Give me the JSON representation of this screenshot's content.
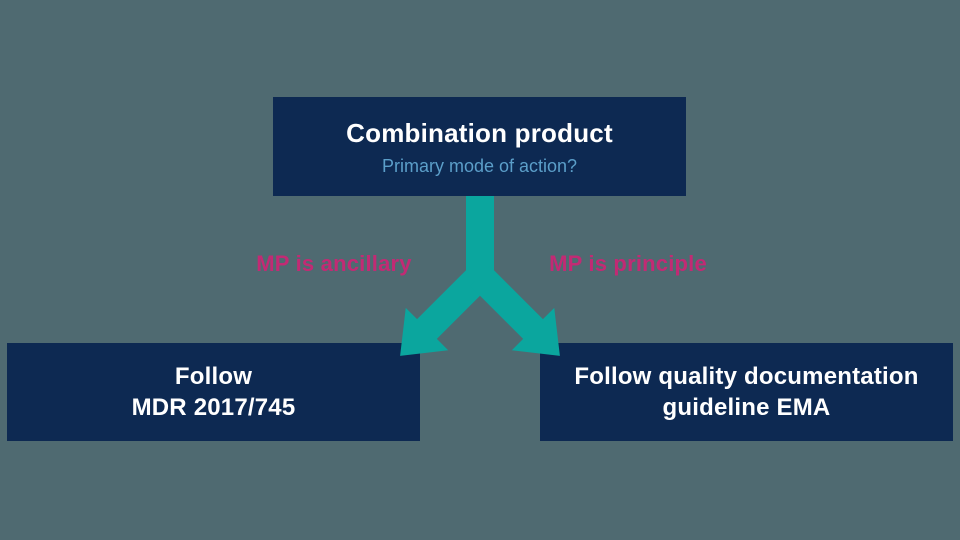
{
  "top_box": {
    "title": "Combination product",
    "subtitle": "Primary mode of action?"
  },
  "branch_labels": {
    "left": "MP is ancillary",
    "right": "MP is principle"
  },
  "outcome_boxes": {
    "left": {
      "line1": "Follow",
      "line2": "MDR 2017/745"
    },
    "right": {
      "line1": "Follow quality documentation",
      "line2": "guideline EMA"
    }
  },
  "colors": {
    "background": "#4F6A71",
    "box_navy": "#0D2952",
    "arrow_teal": "#0BA69E",
    "branch_label_pink": "#C22A74",
    "title_text": "#FFFFFF",
    "subtitle_text": "#5B9EC9"
  }
}
